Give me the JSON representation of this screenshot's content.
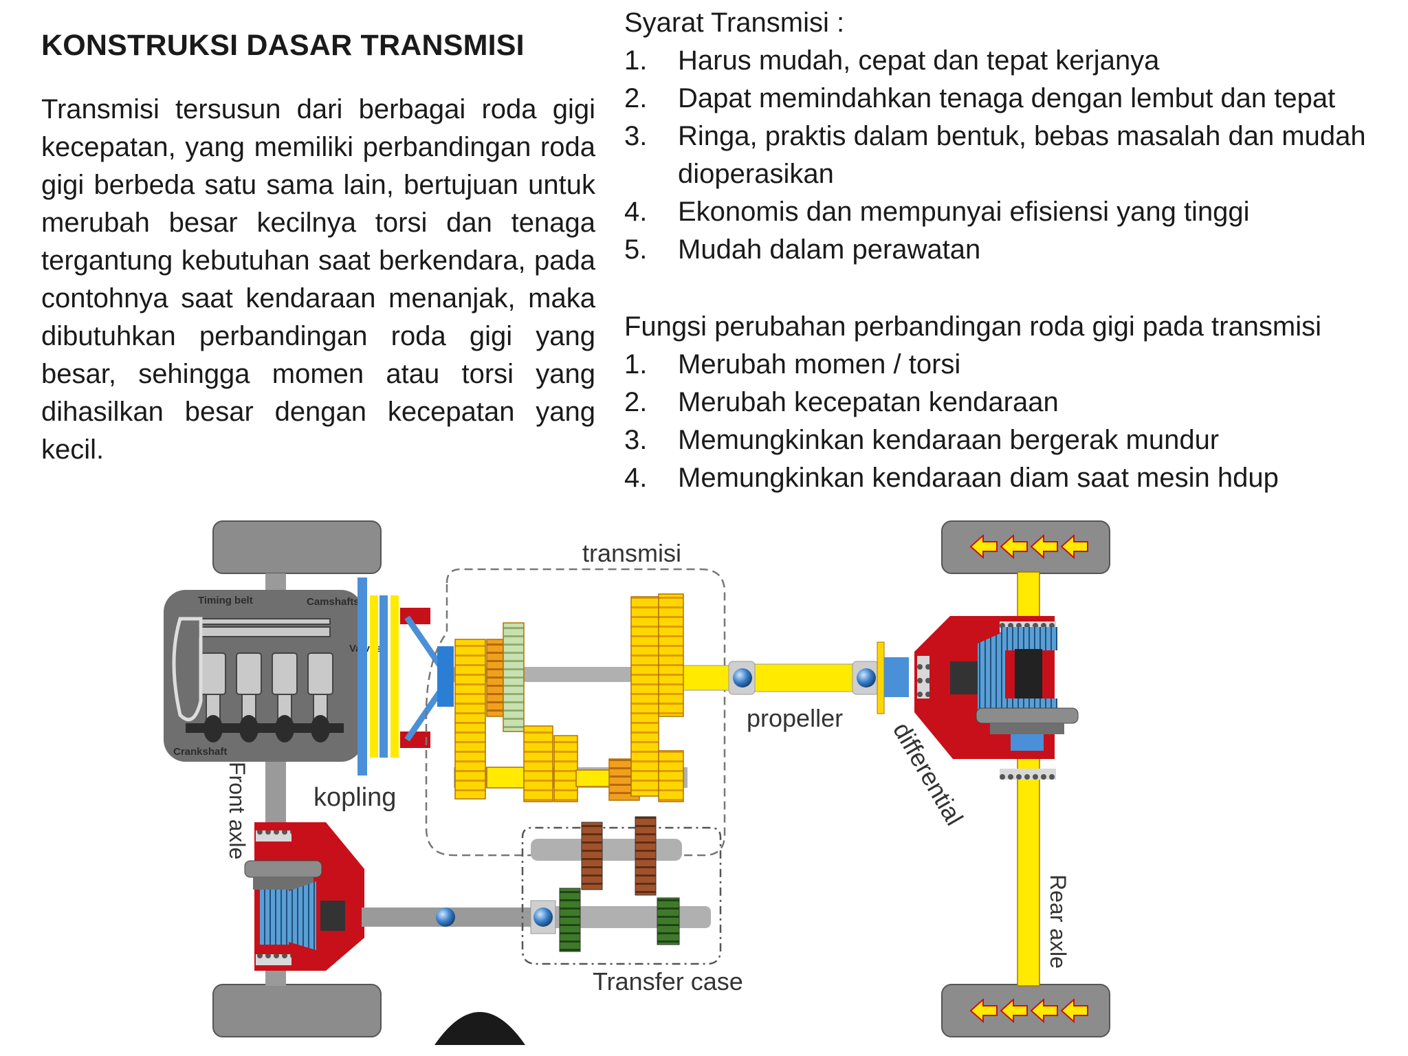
{
  "left": {
    "title": "KONSTRUKSI DASAR TRANSMISI",
    "paragraph": "Transmisi tersusun dari berbagai roda gigi kecepatan, yang memiliki perbandingan roda gigi berbeda satu sama lain, bertujuan untuk merubah besar kecilnya torsi dan tenaga tergantung kebutuhan saat berkendara, pada contohnya saat kendaraan menanjak, maka dibutuhkan perbandingan roda gigi yang besar, sehingga momen atau torsi yang dihasilkan besar dengan kecepatan yang kecil."
  },
  "syarat": {
    "heading": "Syarat Transmisi :",
    "items": [
      {
        "num": "1.",
        "text": "Harus mudah, cepat dan tepat kerjanya"
      },
      {
        "num": "2.",
        "text": "Dapat memindahkan tenaga dengan lembut dan tepat"
      },
      {
        "num": "3.",
        "text": "Ringa, praktis dalam bentuk, bebas masalah dan mudah dioperasikan"
      },
      {
        "num": "4.",
        "text": "Ekonomis dan mempunyai efisiensi yang tinggi"
      },
      {
        "num": "5.",
        "text": "Mudah dalam perawatan"
      }
    ]
  },
  "fungsi": {
    "heading": "Fungsi perubahan perbandingan roda gigi pada transmisi",
    "items": [
      {
        "num": "1.",
        "text": "Merubah momen / torsi"
      },
      {
        "num": "2.",
        "text": "Merubah kecepatan kendaraan"
      },
      {
        "num": "3.",
        "text": "Memungkinkan kendaraan bergerak mundur"
      },
      {
        "num": "4.",
        "text": "Memungkinkan kendaraan diam saat mesin hdup"
      }
    ]
  },
  "diagram": {
    "labels": {
      "transmisi": "transmisi",
      "propeller": "propeller",
      "differential": "differential",
      "kopling": "kopling",
      "front_axle": "Front axle",
      "rear_axle": "Rear axle",
      "transfer_case": "Transfer case",
      "timing_belt": "Timing belt",
      "camshafts": "Camshafts",
      "valves": "Valves",
      "crankshaft": "Crankshaft"
    },
    "colors": {
      "shaft_yellow": "#ffea00",
      "gear_yellow": "#ffd700",
      "gear_orange": "#f0a020",
      "housing_red": "#c8101a",
      "clutch_blue": "#4a90d8",
      "bevel_blue": "#5a9fd4",
      "gear_brown": "#a0522d",
      "gear_green": "#3f7a2a",
      "wheel_grey": "#8c8c8c",
      "engine_grey": "#6f6f6f"
    }
  }
}
